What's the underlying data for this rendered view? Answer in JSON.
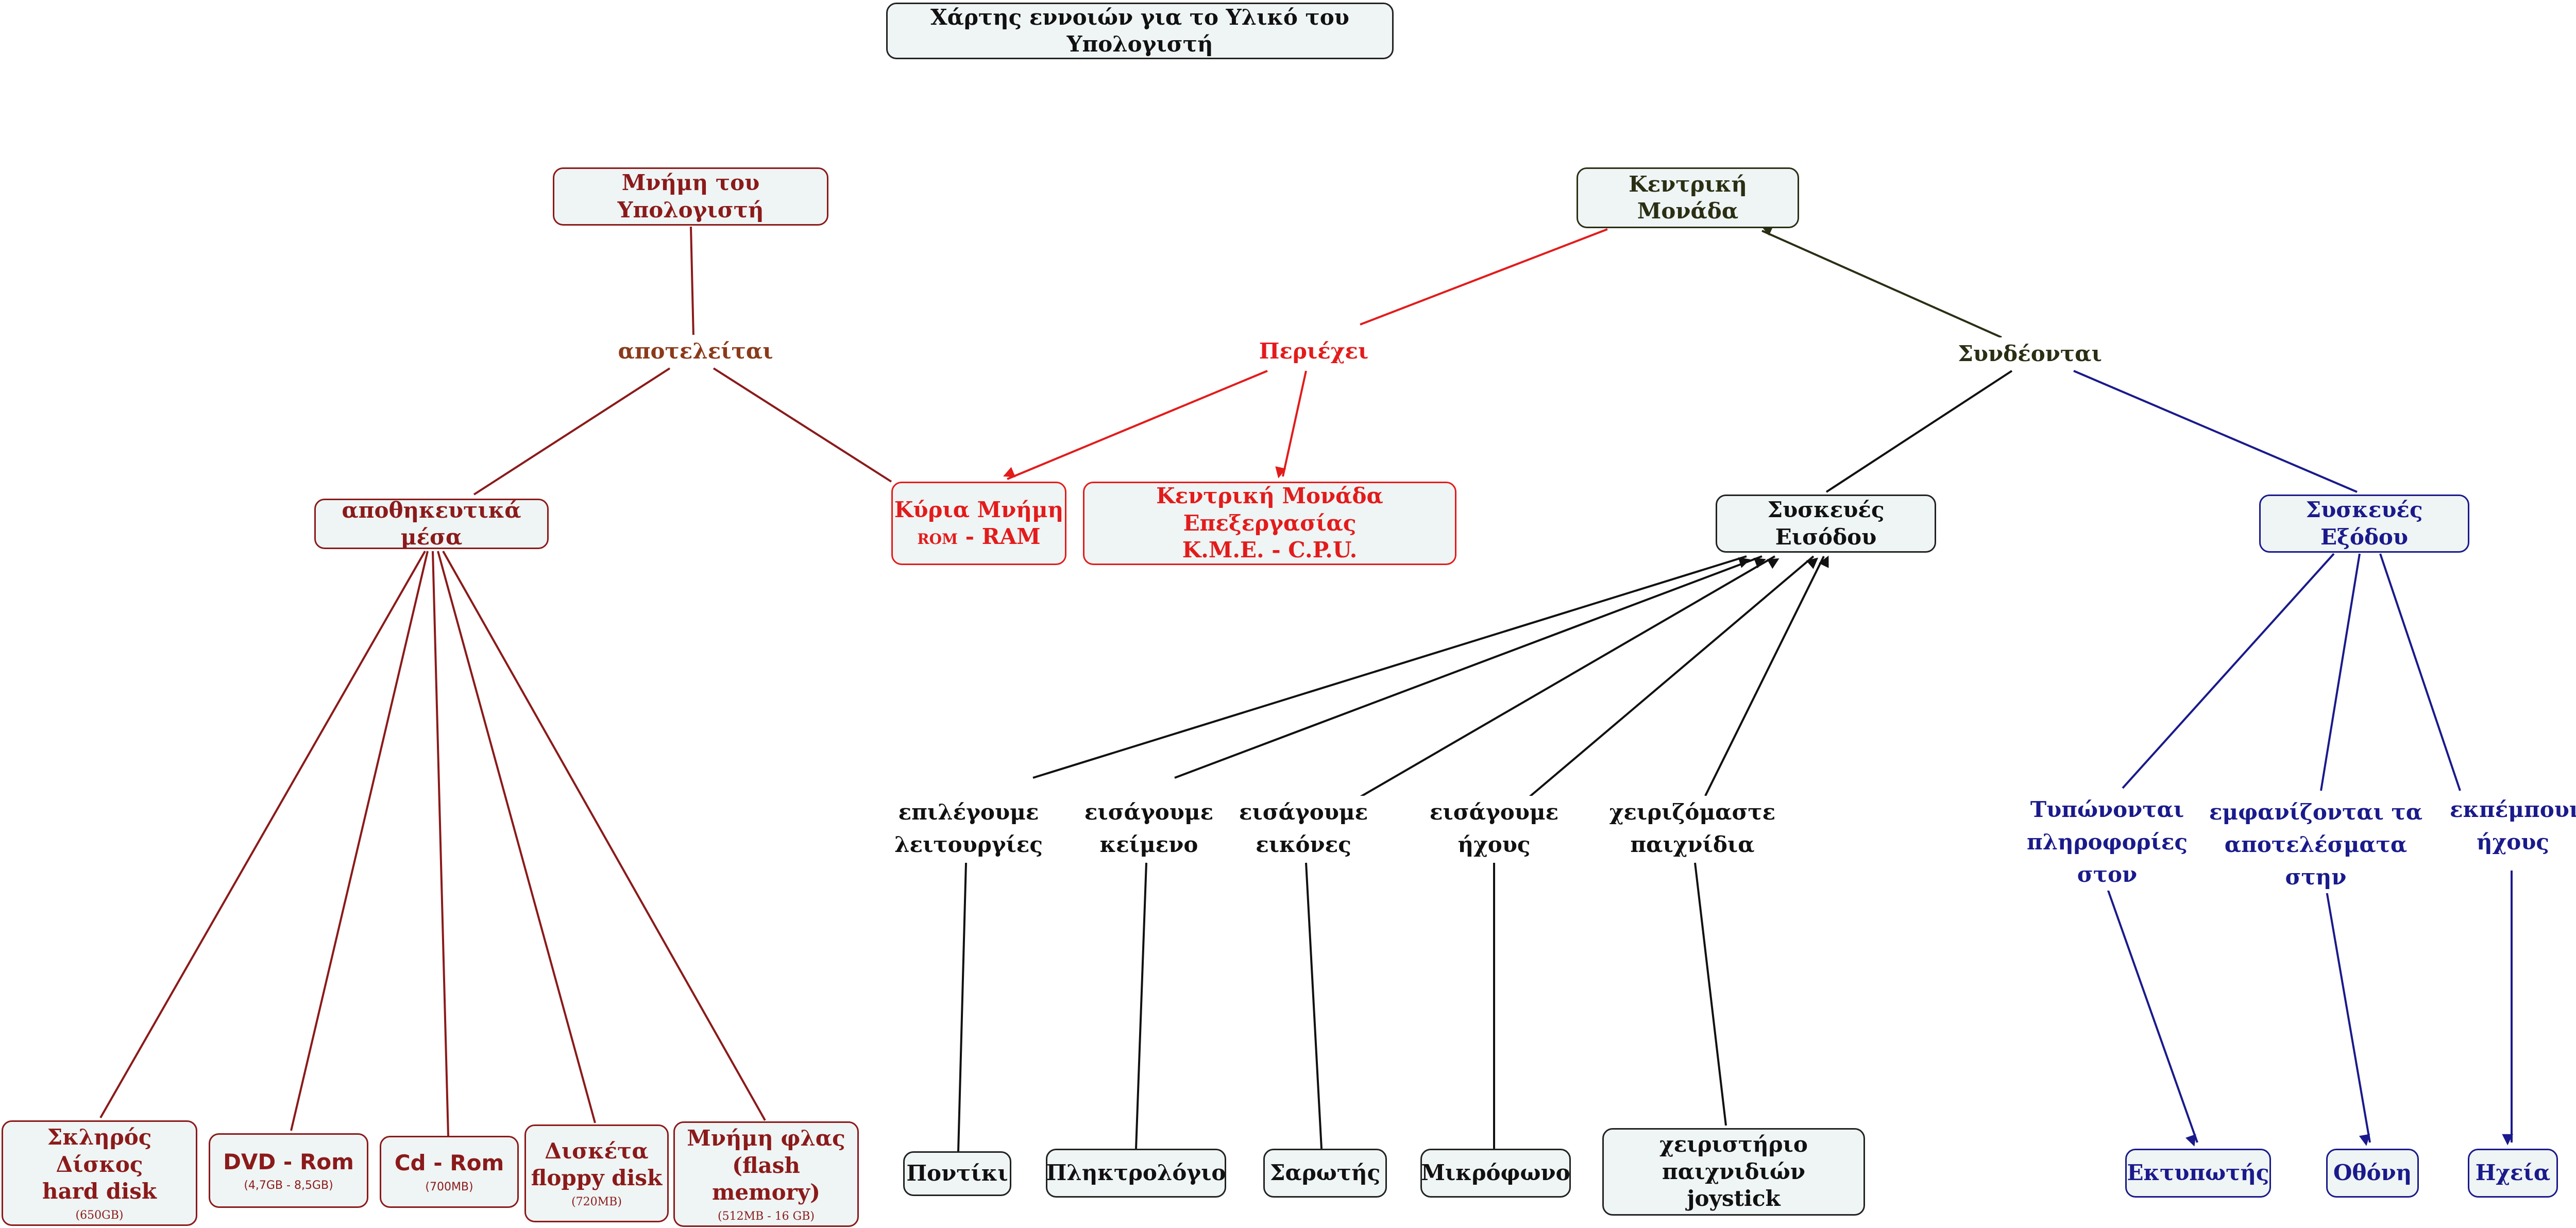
{
  "title": "Χάρτης εννοιών για το Υλικό του Υπολογιστή",
  "nodes": {
    "memory": "Μνήμη του Υπολογιστή",
    "central_unit": "Κεντρική Μονάδα",
    "storage_media": "αποθηκευτικά μέσα",
    "main_memory_line1": "Κύρια Μνήμη",
    "main_memory_rom": "ROM",
    "main_memory_ram": " - RAM",
    "cpu_line1": "Κεντρική Μονάδα Επεξεργασίας",
    "cpu_line2": "Κ.Μ.Ε. - C.P.U.",
    "input_devices": "Συσκευές Εισόδου",
    "output_devices": "Συσκευές Εξόδου",
    "hard_disk_line1": "Σκληρός Δίσκος",
    "hard_disk_line2": "hard disk",
    "hard_disk_size": "(650GB)",
    "dvd_rom": "DVD - Rom",
    "dvd_size": "(4,7GB - 8,5GB)",
    "cd_rom": "Cd - Rom",
    "cd_size": "(700MB)",
    "floppy_line1": "Δισκέτα",
    "floppy_line2": "floppy disk",
    "floppy_size": "(720MB)",
    "flash_line1": "Μνήμη φλας",
    "flash_line2": "(flash memory)",
    "flash_size": "(512MB - 16 GB)",
    "mouse": "Ποντίκι",
    "keyboard": "Πληκτρολόγιο",
    "scanner": "Σαρωτής",
    "microphone": "Μικρόφωνο",
    "joystick_line1": "χειριστήριο παιχνιδιών",
    "joystick_line2": "joystick",
    "printer": "Εκτυπωτής",
    "screen": "Οθόνη",
    "speakers": "Ηχεία"
  },
  "links": {
    "consists_of": "αποτελείται",
    "contains": "Περιέχει",
    "connected": "Συνδέονται",
    "select_line1": "επιλέγουμε",
    "select_line2": "λειτουργίες",
    "text_line1": "εισάγουμε",
    "text_line2": "κείμενο",
    "images_line1": "εισάγουμε",
    "images_line2": "εικόνες",
    "sound_line1": "εισάγουμε",
    "sound_line2": "ήχους",
    "games_line1": "χειριζόμαστε",
    "games_line2": "παιχνίδια",
    "print_line1": "Τυπώνονται",
    "print_line2": "πληροφορίες στον",
    "display_line1": "εμφανίζονται τα",
    "display_line2": "αποτελέσματα στην",
    "emit_line1": "εκπέμπουν",
    "emit_line2": "ήχους"
  },
  "colors": {
    "red": "#e31b1b",
    "dark_red": "#8b1a1a",
    "olive": "#2a2f14",
    "black": "#111111",
    "blue": "#1a1a8c",
    "node_fill": "#eff4f4"
  }
}
